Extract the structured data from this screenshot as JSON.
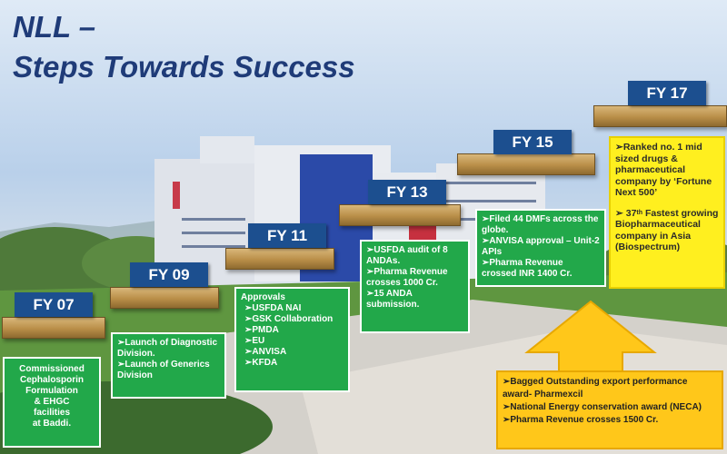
{
  "title": {
    "line1": "NLL –",
    "line2": "Steps Towards Success"
  },
  "steps": [
    {
      "label": "FY 07",
      "lines": [
        "Commissioned",
        "Cephalosporin",
        "Formulation",
        "& EHGC",
        "facilities",
        "at Baddi."
      ]
    },
    {
      "label": "FY 09",
      "items": [
        "Launch of Diagnostic Division.",
        "Launch of Generics Division"
      ]
    },
    {
      "label": "FY 11",
      "heading": "Approvals",
      "items": [
        "USFDA NAI",
        "GSK Collaboration",
        "PMDA",
        "EU",
        "ANVISA",
        "KFDA"
      ]
    },
    {
      "label": "FY 13",
      "items": [
        "USFDA audit of 8 ANDAs.",
        "Pharma Revenue crosses 1000 Cr.",
        "15 ANDA submission."
      ]
    },
    {
      "label": "FY 15",
      "items": [
        "Filed 44 DMFs across the globe.",
        "ANVISA approval – Unit-2 APIs",
        "Pharma Revenue crossed INR 1400 Cr."
      ]
    },
    {
      "label": "FY 17",
      "items": [
        "Ranked no. 1 mid sized drugs & pharmaceutical company by ‘Fortune Next 500’"
      ],
      "item2_sup": "th",
      "item2_num": "37",
      "item2_rest": "Fastest growing Biopharmaceutical company in Asia (Biospectrum)"
    }
  ],
  "fy17_extra": [
    "Bagged Outstanding export performance award- Pharmexcil",
    "National Energy conservation award (NECA)",
    "Pharma Revenue crosses 1500 Cr."
  ],
  "colors": {
    "label_bg": "#1c4f8f",
    "green_box": "#22a84a",
    "yellow_box": "#ffef1f",
    "orange_box": "#ffc71a"
  }
}
